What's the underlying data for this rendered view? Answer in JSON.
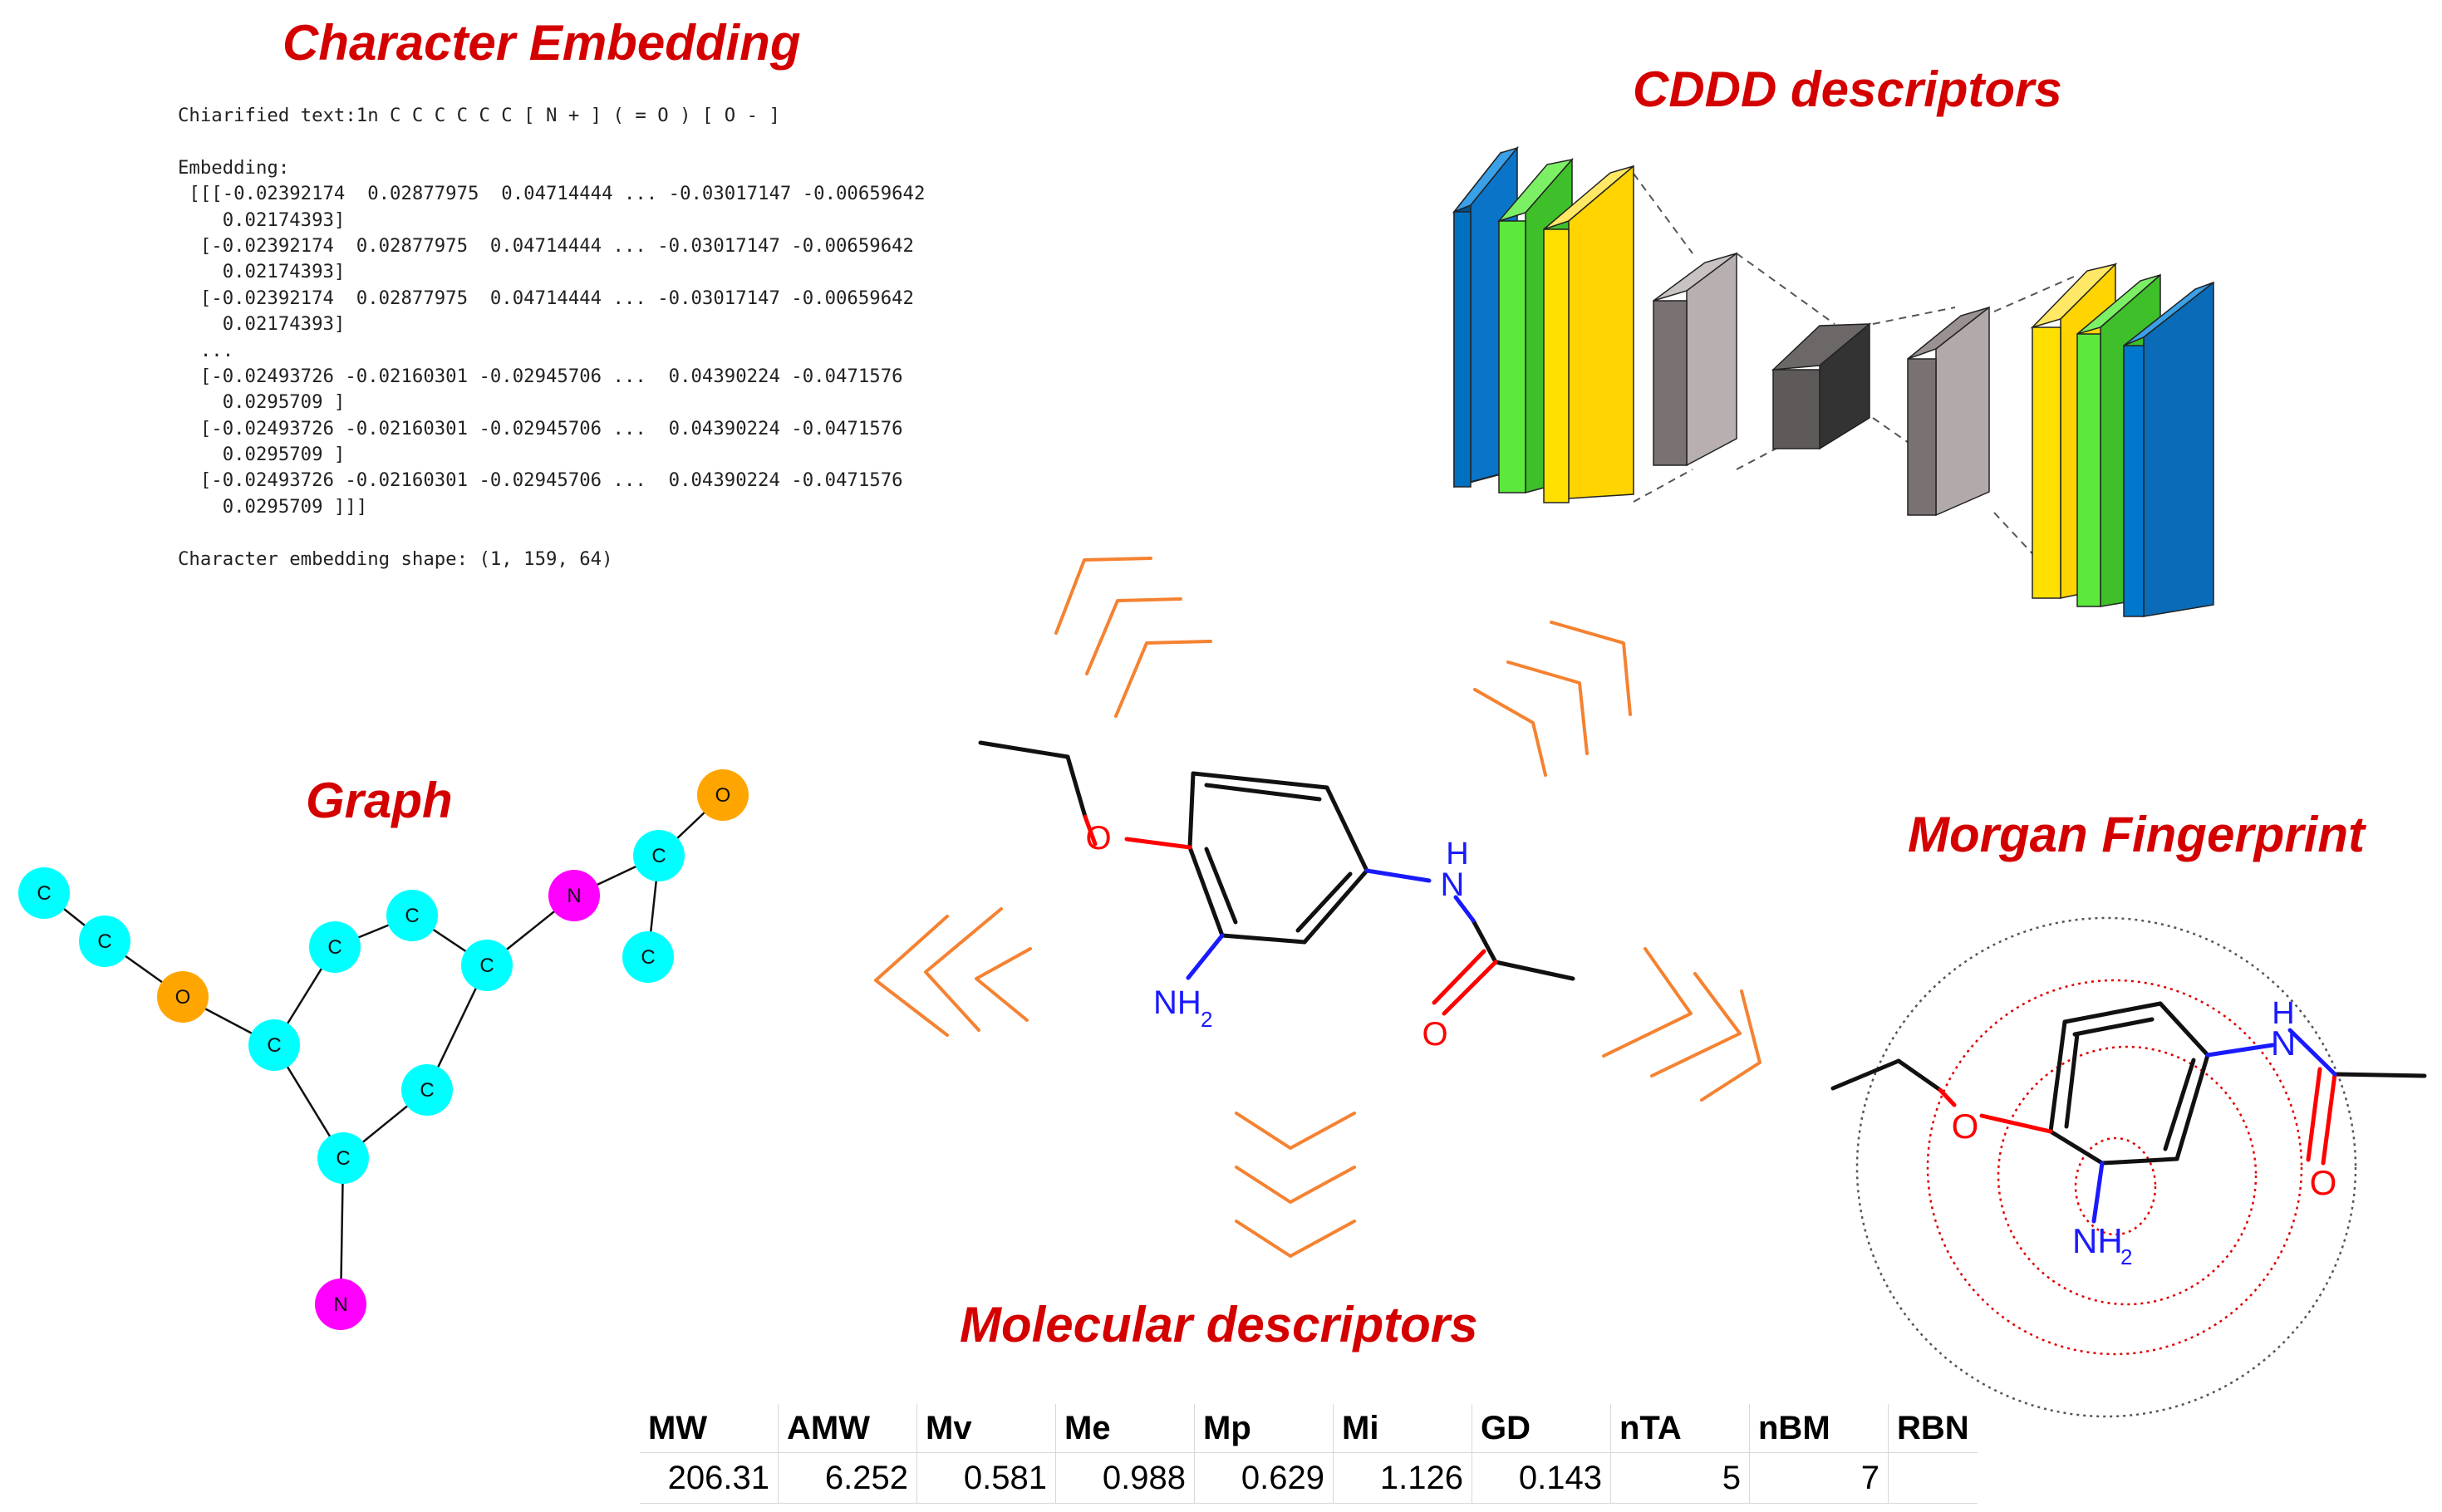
{
  "titles": {
    "char_embedding": "Character Embedding",
    "cddd": "CDDD descriptors",
    "graph": "Graph",
    "morgan": "Morgan Fingerprint",
    "molecular": "Molecular descriptors"
  },
  "embedding_text": {
    "lines": [
      "Chiarified text:1n C C C C C C [ N + ] ( = O ) [ O - ]",
      "",
      "Embedding:",
      " [[[-0.02392174  0.02877975  0.04714444 ... -0.03017147 -0.00659642",
      "    0.02174393]",
      "  [-0.02392174  0.02877975  0.04714444 ... -0.03017147 -0.00659642",
      "    0.02174393]",
      "  [-0.02392174  0.02877975  0.04714444 ... -0.03017147 -0.00659642",
      "    0.02174393]",
      "  ...",
      "  [-0.02493726 -0.02160301 -0.02945706 ...  0.04390224 -0.0471576",
      "    0.0295709 ]",
      "  [-0.02493726 -0.02160301 -0.02945706 ...  0.04390224 -0.0471576",
      "    0.0295709 ]",
      "  [-0.02493726 -0.02160301 -0.02945706 ...  0.04390224 -0.0471576",
      "    0.0295709 ]]]",
      "",
      "Character embedding shape: (1, 159, 64)"
    ]
  },
  "molecule": {
    "o_label": "O",
    "nh_label": "N",
    "h_label": "H",
    "nh2_label": "NH",
    "nh2_sub": "2",
    "carbonyl_o_label": "O"
  },
  "graph_nodes": {
    "c1": "C",
    "c2": "C",
    "o1": "O",
    "c3": "C",
    "c4": "C",
    "c5": "C",
    "c6": "C",
    "c7": "C",
    "c8": "C",
    "n1": "N",
    "c9": "C",
    "o2": "O",
    "c10": "C",
    "n2": "N"
  },
  "descriptors": {
    "headers": [
      "MW",
      "AMW",
      "Mv",
      "Me",
      "Mp",
      "Mi",
      "GD",
      "nTA",
      "nBM",
      "RBN"
    ],
    "values": [
      "206.31",
      "6.252",
      "0.581",
      "0.988",
      "0.629",
      "1.126",
      "0.143",
      "5",
      "7",
      ""
    ]
  },
  "colors": {
    "title_red": "#d40000",
    "arrow_orange": "#f58231",
    "node_carbon": "#00ffff",
    "node_oxygen": "#ffa500",
    "node_nitrogen": "#ff00ff",
    "atom_o": "#ff0000",
    "atom_n": "#1a1aff",
    "layer_blue": "#0070c0",
    "layer_green": "#4cdc30",
    "layer_yellow": "#ffd700",
    "layer_gray": "#8a8484"
  }
}
